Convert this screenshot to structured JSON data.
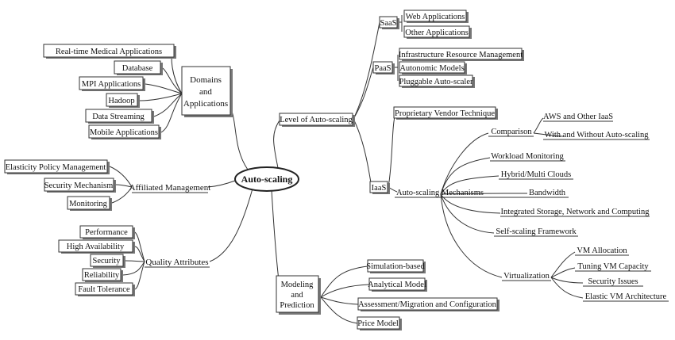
{
  "root": {
    "label": "Auto-scaling"
  },
  "branches": {
    "domains": {
      "label_lines": [
        "Domains",
        "and",
        "Applications"
      ],
      "items": [
        "Real-time Medical Applications",
        "Database",
        "MPI Applications",
        "Hadoop",
        "Data Streaming",
        "Mobile Applications"
      ]
    },
    "affiliated": {
      "label": "Affiliated Management",
      "items": [
        "Elasticity Policy Management",
        "Security Mechanism",
        "Monitoring"
      ]
    },
    "quality": {
      "label": "Quality Attributes",
      "items": [
        "Performance",
        "High Availability",
        "Security",
        "Reliability",
        "Fault Tolerance"
      ]
    },
    "level": {
      "label": "Level of Auto-scaling",
      "saas": {
        "label": "SaaS",
        "items": [
          "Web Applications",
          "Other Applications"
        ]
      },
      "paas": {
        "label": "PaaS",
        "items": [
          "Infrastructure Resource Management",
          "Autonomic Models",
          "Pluggable Auto-scaler"
        ]
      },
      "iaas": {
        "label": "IaaS",
        "proprietary": "Proprietary Vendor Technique",
        "comparison": {
          "label": "Comparison",
          "items": [
            "AWS and Other IaaS",
            "With and Without Auto-scaling"
          ]
        },
        "mechanisms": {
          "label": "Auto-scaling Mechanisms",
          "items": [
            "Workload Monitoring",
            "Hybrid/Multi Clouds",
            "Bandwidth",
            "Integrated Storage, Network and Computing",
            "Self-scaling Framework"
          ],
          "virtualization": {
            "label": "Virtualization",
            "items": [
              "VM Allocation",
              "Tuning VM Capacity",
              "Security Issues",
              "Elastic VM Architecture"
            ]
          }
        }
      }
    },
    "modeling": {
      "label_lines": [
        "Modeling",
        "and",
        "Prediction"
      ],
      "items": [
        "Simulation-based",
        "Analytical Model",
        "Assessment/Migration and Configuration",
        "Price Model"
      ]
    }
  }
}
